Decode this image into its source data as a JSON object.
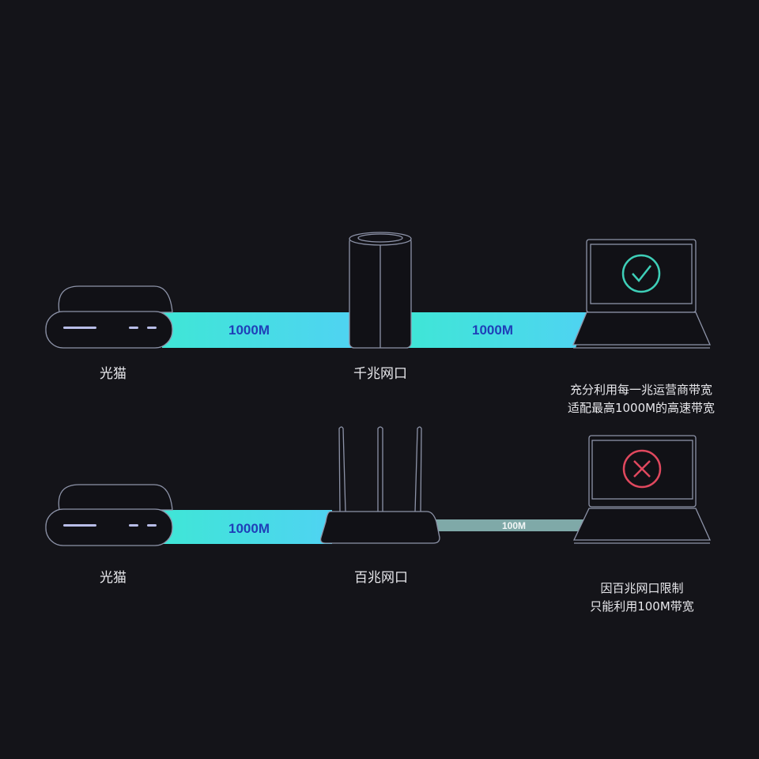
{
  "colors": {
    "background": "#141419",
    "band_start": "#3fe6d6",
    "band_end": "#4fd3f2",
    "band_slow": "#7fa9a8",
    "check": "#3ecfb8",
    "cross": "#e0485e"
  },
  "top_row": {
    "modem_label": "光猫",
    "router_label": "千兆网口",
    "speed_left": "1000M",
    "speed_right": "1000M",
    "status_icon": "check-circle-icon",
    "caption_line1": "充分利用每一兆运营商带宽",
    "caption_line2": "适配最高1000M的高速带宽"
  },
  "bottom_row": {
    "modem_label": "光猫",
    "router_label": "百兆网口",
    "speed_left": "1000M",
    "speed_right": "100M",
    "status_icon": "cross-circle-icon",
    "caption_line1": "因百兆网口限制",
    "caption_line2": "只能利用100M带宽"
  }
}
